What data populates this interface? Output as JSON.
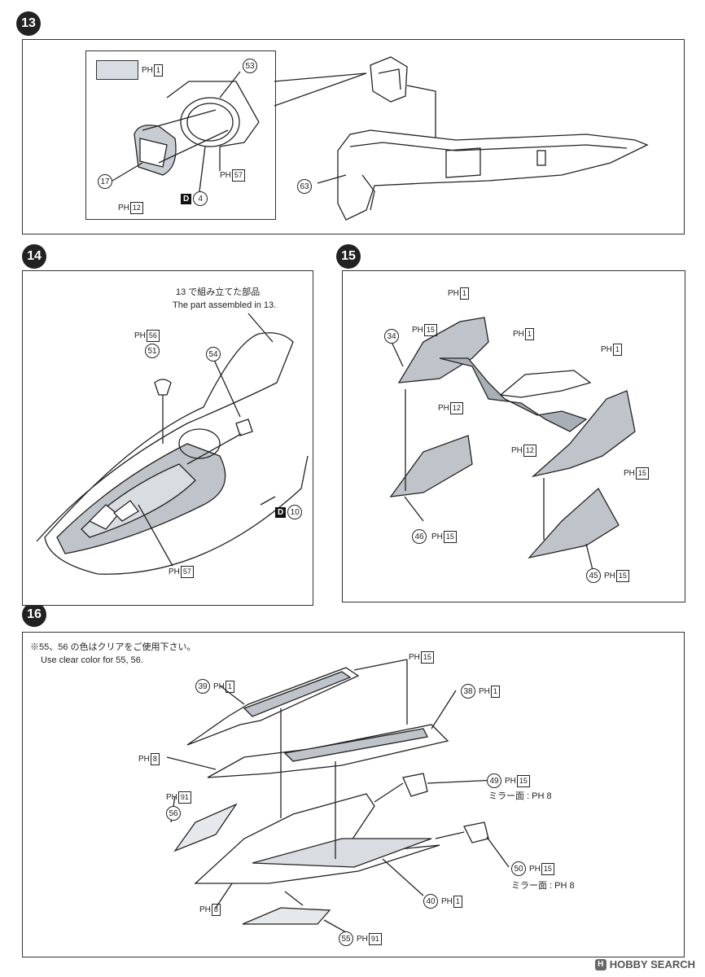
{
  "steps": [
    {
      "number": "13"
    },
    {
      "number": "14"
    },
    {
      "number": "15"
    },
    {
      "number": "16"
    }
  ],
  "step13": {
    "swatch_label": {
      "p": "PH",
      "code": "1"
    },
    "labels": {
      "p53": "53",
      "p17": "17",
      "p63": "63",
      "ph12": {
        "p": "PH",
        "code": "12"
      },
      "ph57": {
        "p": "PH",
        "code": "57"
      },
      "d4": {
        "d": "D",
        "n": "4"
      }
    }
  },
  "step14": {
    "note_jp": "13 で組み立てた部品",
    "note_en": "The part assembled in 13.",
    "labels": {
      "ph56": {
        "p": "PH",
        "code": "56"
      },
      "p51": "51",
      "p54": "54",
      "ph57": {
        "p": "PH",
        "code": "57"
      },
      "d10": {
        "d": "D",
        "n": "10"
      }
    }
  },
  "step15": {
    "labels": {
      "ph1a": {
        "p": "PH",
        "code": "1"
      },
      "ph15a": {
        "p": "PH",
        "code": "15"
      },
      "p34": "34",
      "ph1b": {
        "p": "PH",
        "code": "1"
      },
      "ph1c": {
        "p": "PH",
        "code": "1"
      },
      "ph12a": {
        "p": "PH",
        "code": "12"
      },
      "ph12b": {
        "p": "PH",
        "code": "12"
      },
      "ph15b": {
        "p": "PH",
        "code": "15"
      },
      "p46": "46",
      "ph15c": {
        "p": "PH",
        "code": "15"
      },
      "p45": "45",
      "ph15d": {
        "p": "PH",
        "code": "15"
      }
    }
  },
  "step16": {
    "note_jp": "※55、56 の色はクリアをご使用下さい。",
    "note_en": "Use clear color for 55, 56.",
    "labels": {
      "ph15top": {
        "p": "PH",
        "code": "15"
      },
      "p39": "39",
      "ph1_39": {
        "p": "PH",
        "code": "1"
      },
      "p38": "38",
      "ph1_38": {
        "p": "PH",
        "code": "1"
      },
      "ph8a": {
        "p": "PH",
        "code": "8"
      },
      "p49": "49",
      "ph15_49": {
        "p": "PH",
        "code": "15"
      },
      "mirror1": "ミラー面 : PH 8",
      "ph91a": {
        "p": "PH",
        "code": "91"
      },
      "p56": "56",
      "p50": "50",
      "ph15_50": {
        "p": "PH",
        "code": "15"
      },
      "mirror2": "ミラー面 : PH 8",
      "ph8b": {
        "p": "PH",
        "code": "8"
      },
      "p40": "40",
      "ph1_40": {
        "p": "PH",
        "code": "1"
      },
      "p55": "55",
      "ph91b": {
        "p": "PH",
        "code": "91"
      }
    }
  },
  "watermark": "HOBBY SEARCH",
  "colors": {
    "shade": "#b9bec4",
    "swatch": "#d8dde4",
    "ink": "#222222"
  }
}
